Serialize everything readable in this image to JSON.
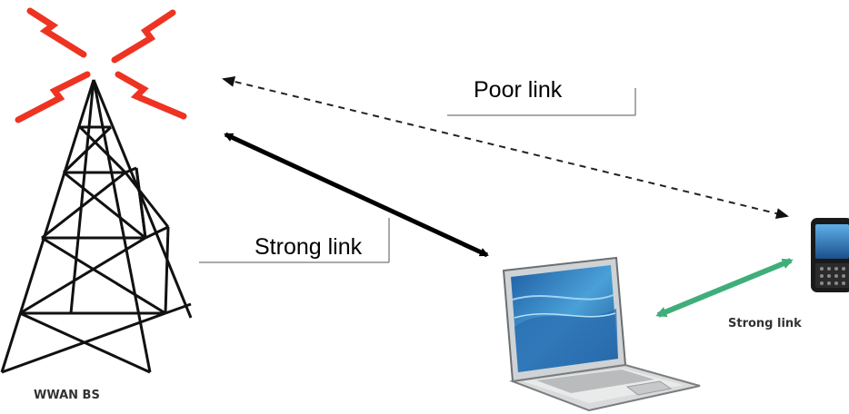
{
  "labels": {
    "poor_link": "Poor link",
    "strong_link_main": "Strong link",
    "strong_link_device": "Strong link",
    "base_station": "WWAN BS"
  },
  "colors": {
    "tower_signal": "#ee3322",
    "tower_structure": "#111111",
    "strong_link_arrow": "#000000",
    "poor_link_arrow": "#222222",
    "device_link_arrow": "#3fae7a",
    "laptop_screen": "#3a86c4",
    "laptop_body": "#d7d7d7"
  },
  "icons": [
    "tower-icon",
    "laptop-icon",
    "phone-icon"
  ]
}
